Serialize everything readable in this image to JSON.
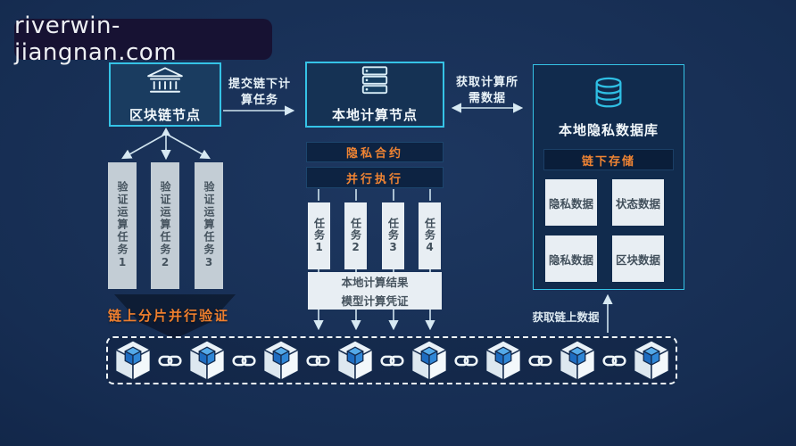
{
  "watermark": {
    "text": "riverwin-jiangnan.com"
  },
  "nodes": {
    "blockchain": {
      "label": "区块链节点",
      "icon": "bank-icon"
    },
    "compute": {
      "label": "本地计算节点",
      "icon": "server-icon"
    },
    "database": {
      "label": "本地隐私数据库",
      "icon": "database-icon"
    }
  },
  "edges": {
    "submit": {
      "line1": "提交链下计",
      "line2": "算任务"
    },
    "fetch": {
      "line1": "获取计算所",
      "line2": "需数据"
    },
    "fetch_chain": {
      "label": "获取链上数据"
    }
  },
  "left_column": {
    "verify_tasks": [
      "验证运算任务1",
      "验证运算任务2",
      "验证运算任务3"
    ],
    "shard_label": "链上分片并行验证"
  },
  "compute_column": {
    "privacy_contract": "隐私合约",
    "parallel_execution": "并行执行",
    "tasks": [
      "任务1",
      "任务2",
      "任务3",
      "任务4"
    ],
    "result": {
      "line1": "本地计算结果",
      "line2": "模型计算凭证"
    }
  },
  "storage_column": {
    "offchain_storage": "链下存储",
    "cells": [
      "隐私数据",
      "状态数据",
      "隐私数据",
      "区块数据"
    ]
  },
  "chain": {
    "cube_count": 8,
    "link_count": 7
  },
  "colors": {
    "background": "#142c50",
    "accent_cyan": "#35c3e6",
    "accent_orange": "#f08433",
    "light_box": "#e8eef3",
    "gray_bar": "#c3cdd5"
  }
}
